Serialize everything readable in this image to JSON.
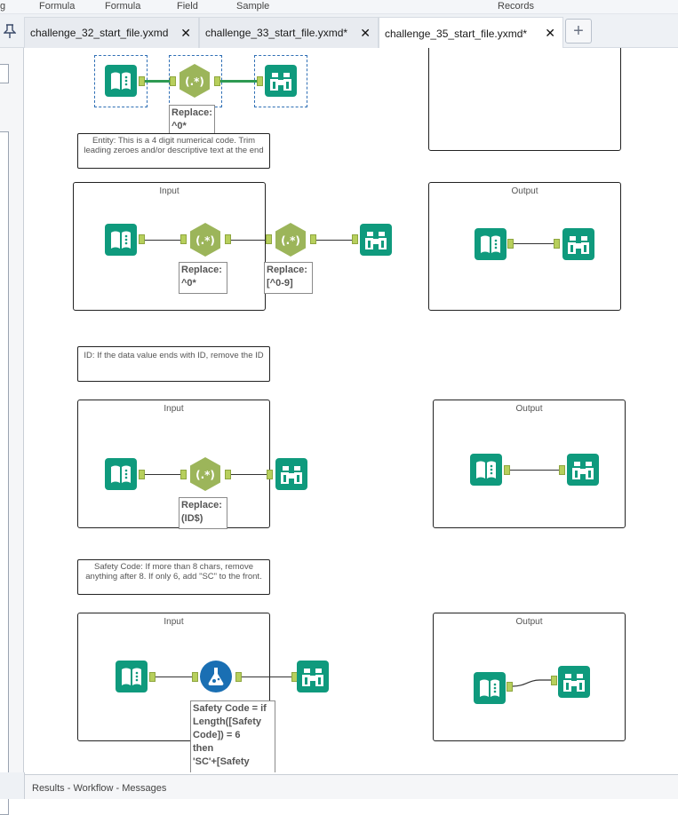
{
  "ribbon": {
    "items": [
      "g",
      "Formula",
      "Formula",
      "Field",
      "Sample",
      "Records"
    ]
  },
  "tabs": [
    {
      "label": "challenge_32_start_file.yxmd",
      "close": "✕"
    },
    {
      "label": "challenge_33_start_file.yxmd*",
      "close": "✕"
    },
    {
      "label": "challenge_35_start_file.yxmd*",
      "close": "✕"
    }
  ],
  "add_tab": "+",
  "comments": {
    "entity": "Entity: This is a 4 digit numerical code. Trim leading zeroes and/or descriptive text at the end",
    "id": "ID: If the data value ends with ID, remove the ID",
    "safety": "Safety Code: If more than 8 chars, remove anything after 8. If only 6, add \"SC\" to the front."
  },
  "containers": {
    "input": "Input",
    "output": "Output"
  },
  "annotations": {
    "top": [
      "Replace:",
      "^0*"
    ],
    "entity_a": [
      "Replace:",
      "^0*"
    ],
    "entity_b": [
      "Replace:",
      "[^0-9]"
    ],
    "id": [
      "Replace:",
      "(ID$)"
    ],
    "safety": [
      "Safety Code = if",
      "Length([Safety",
      "Code]) = 6",
      "then",
      "'SC'+[Safety"
    ]
  },
  "regex_label": "(.*)",
  "statusbar": "Results - Workflow - Messages",
  "colors": {
    "input_tool": "#0f9a7d",
    "browse_tool": "#0f9a7d",
    "regex_tool": "#9cb55a",
    "formula_tool": "#1a6fb3",
    "anchor": "#b7cf5c",
    "selected_connection": "#2e9a52"
  }
}
